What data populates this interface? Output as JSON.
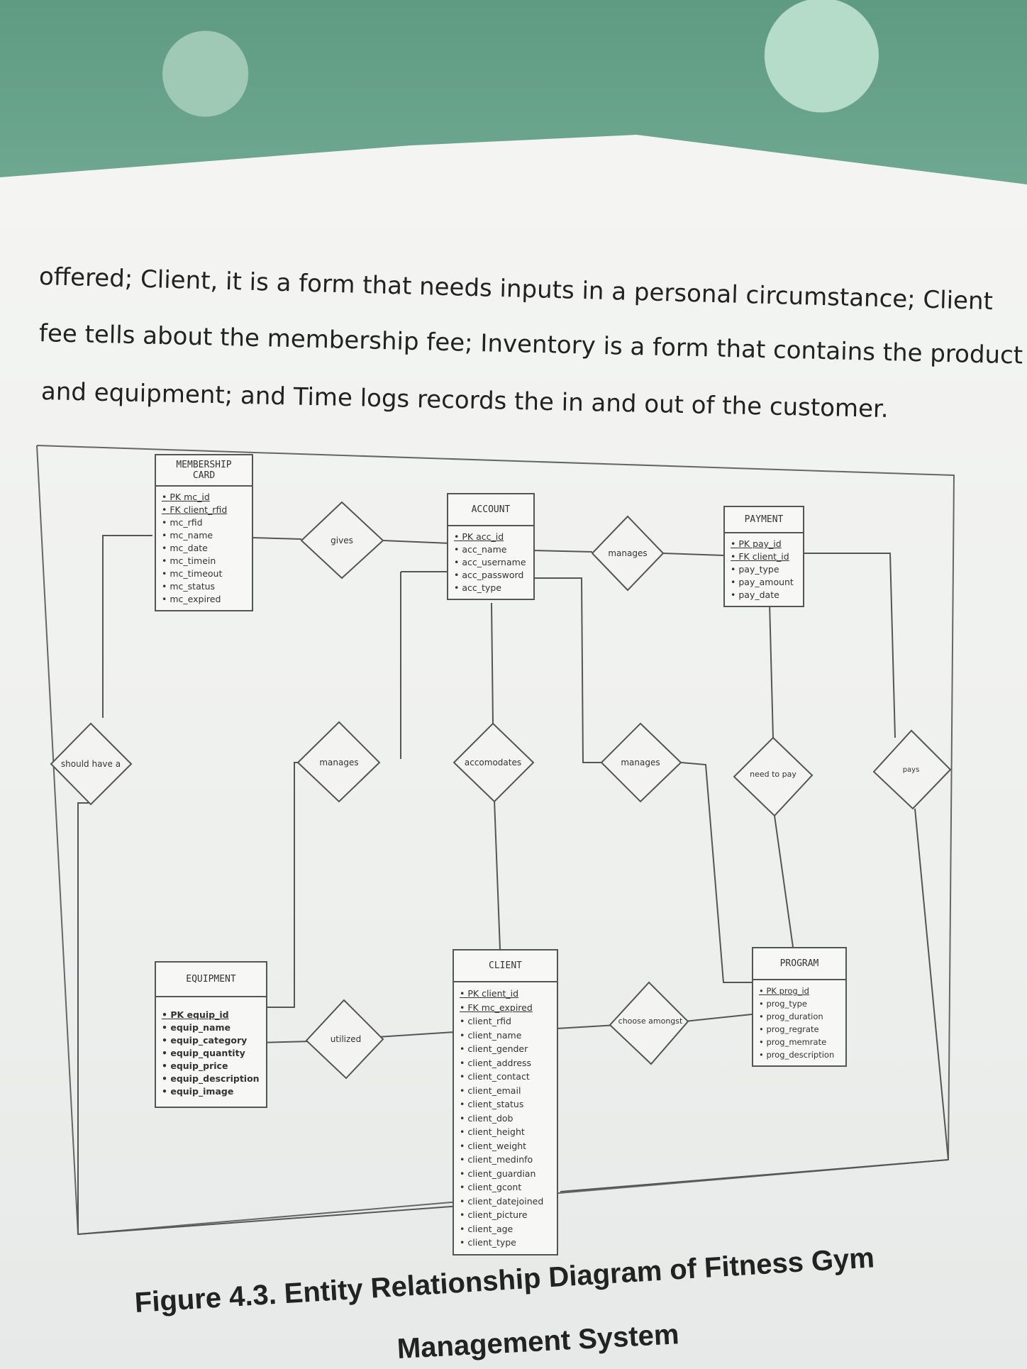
{
  "paragraph": {
    "line1": "offered; Client, it is a form that needs inputs in a personal circumstance; Client",
    "line2": "fee tells about the membership fee; Inventory is a form that contains the product",
    "line3": "and equipment; and Time logs records the in and out of the customer."
  },
  "entities": {
    "membership": {
      "title_1": "MEMBERSHIP",
      "title_2": "CARD",
      "attrs": [
        "PK mc_id",
        "FK client_rfid",
        "mc_rfid",
        "mc_name",
        "mc_date",
        "mc_timein",
        "mc_timeout",
        "mc_status",
        "mc_expired"
      ]
    },
    "account": {
      "title": "ACCOUNT",
      "attrs": [
        "PK acc_id",
        "acc_name",
        "acc_username",
        "acc_password",
        "acc_type"
      ]
    },
    "payment": {
      "title": "PAYMENT",
      "attrs": [
        "PK pay_id",
        "FK client_id",
        "pay_type",
        "pay_amount",
        "pay_date"
      ]
    },
    "equipment": {
      "title": "EQUIPMENT",
      "attrs": [
        "PK equip_id",
        "equip_name",
        "equip_category",
        "equip_quantity",
        "equip_price",
        "equip_description",
        "equip_image"
      ]
    },
    "client": {
      "title": "CLIENT",
      "attrs": [
        "PK client_id",
        "FK mc_expired",
        "client_rfid",
        "client_name",
        "client_gender",
        "client_address",
        "client_contact",
        "client_email",
        "client_status",
        "client_dob",
        "client_height",
        "client_weight",
        "client_medinfo",
        "client_guardian",
        "client_gcont",
        "client_datejoined",
        "client_picture",
        "client_age",
        "client_type"
      ]
    },
    "program": {
      "title": "PROGRAM",
      "attrs": [
        "PK prog_id",
        "prog_type",
        "prog_duration",
        "prog_regrate",
        "prog_memrate",
        "prog_description"
      ]
    }
  },
  "relationships": {
    "gives": "gives",
    "manages_top": "manages",
    "should_have": "should have a",
    "manages_left": "manages",
    "accomodates": "accomodates",
    "manages_mid": "manages",
    "need_to_pay": "need to pay",
    "pays": "pays",
    "utilized": "utilized",
    "choose": "choose amongst"
  },
  "caption": {
    "line1": "Figure 4.3. Entity Relationship Diagram of Fitness Gym",
    "line2": "Management System"
  }
}
